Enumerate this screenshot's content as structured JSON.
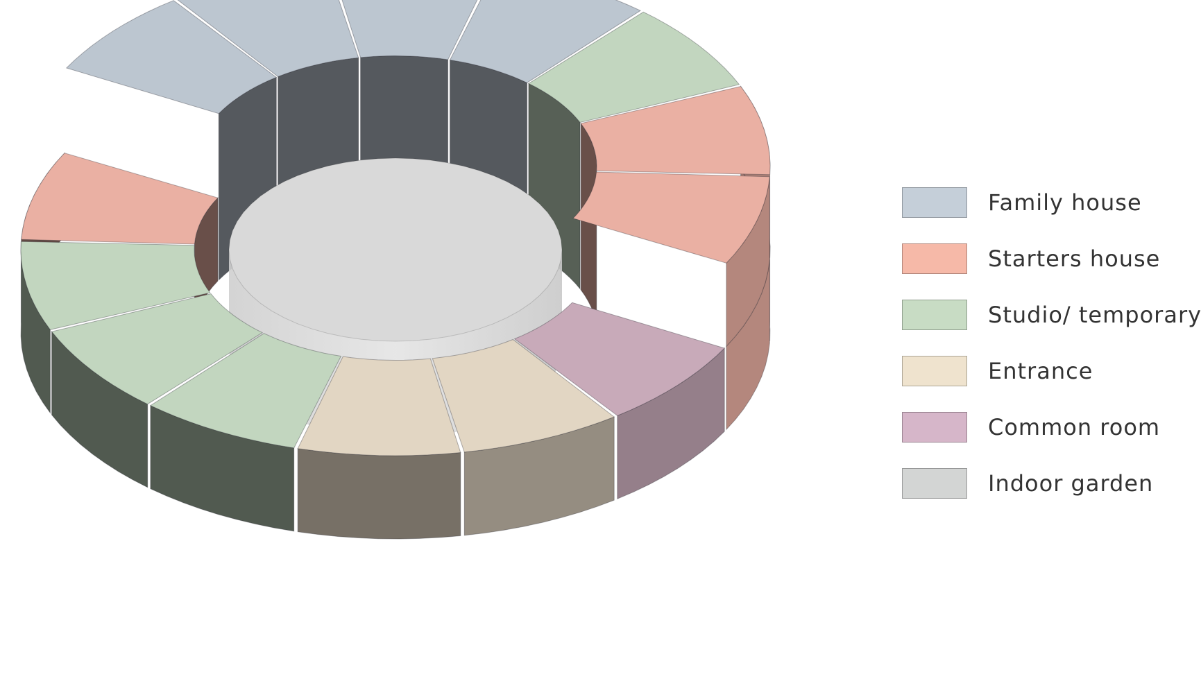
{
  "legend": {
    "items": [
      {
        "label": "Family house",
        "color": "#c5cfd9"
      },
      {
        "label": "Starters house",
        "color": "#f6b9a8"
      },
      {
        "label": "Studio/ temporary",
        "color": "#c8dcc4"
      },
      {
        "label": "Entrance",
        "color": "#efe3ce"
      },
      {
        "label": "Common room",
        "color": "#d6b6c9"
      },
      {
        "label": "Indoor garden",
        "color": "#d3d5d4"
      }
    ]
  },
  "ring": {
    "segments": [
      {
        "type": "Family house",
        "color": "#bcc6d0",
        "levels": 2
      },
      {
        "type": "Family house",
        "color": "#bcc6d0",
        "levels": 2
      },
      {
        "type": "Studio/ temporary",
        "color": "#c2d6bf",
        "levels": 2
      },
      {
        "type": "Starters house",
        "color": "#eab0a3",
        "levels": 2
      },
      {
        "type": "Starters house",
        "color": "#eab0a3",
        "levels": 2
      },
      {
        "type": "Common room",
        "color": "#c8aab9",
        "levels": 1
      },
      {
        "type": "Entrance",
        "color": "#e2d6c3",
        "levels": 1
      },
      {
        "type": "Entrance",
        "color": "#e2d6c3",
        "levels": 1
      },
      {
        "type": "Studio/ temporary",
        "color": "#c2d6bf",
        "levels": 1
      },
      {
        "type": "Studio/ temporary",
        "color": "#c2d6bf",
        "levels": 1
      },
      {
        "type": "Studio/ temporary",
        "color": "#c2d6bf",
        "levels": 1
      },
      {
        "type": "Starters house",
        "color": "#eab0a3",
        "levels": 1
      },
      {
        "type": "Family house",
        "color": "#bcc6d0",
        "levels": 2
      },
      {
        "type": "Family house",
        "color": "#bcc6d0",
        "levels": 2
      }
    ],
    "garden_color": "#d9d9d9"
  }
}
